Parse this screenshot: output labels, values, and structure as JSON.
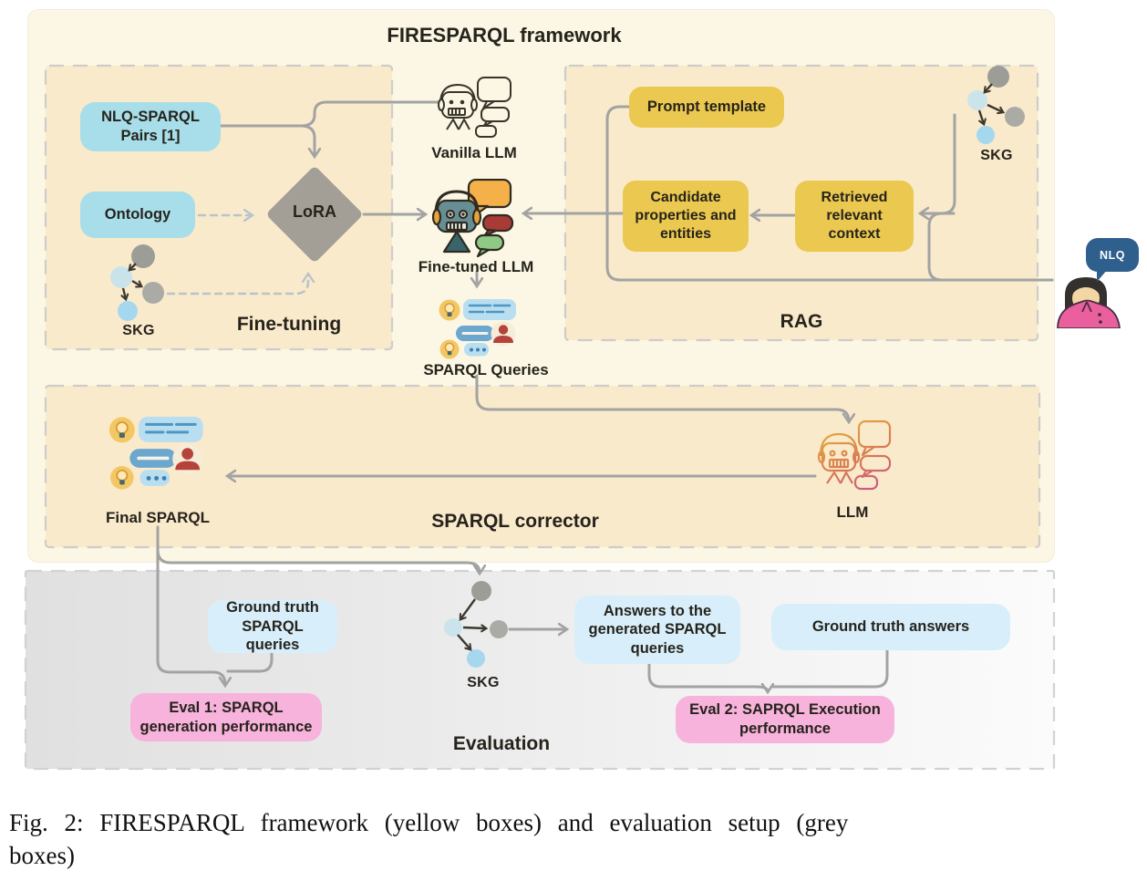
{
  "title": "FIRESPARQL framework",
  "sections": {
    "fine_tuning": {
      "label": "Fine-tuning"
    },
    "rag": {
      "label": "RAG"
    },
    "corrector": {
      "label": "SPARQL corrector"
    },
    "evaluation": {
      "label": "Evaluation"
    }
  },
  "nodes": {
    "nlq_sparql_pairs": "NLQ-SPARQL Pairs [1]",
    "ontology": "Ontology",
    "lora": "LoRA",
    "skg_fine_tuning": "SKG",
    "skg_rag": "SKG",
    "skg_evaluation": "SKG",
    "vanilla_llm": "Vanilla LLM",
    "fine_tuned_llm": "Fine-tuned LLM",
    "sparql_queries": "SPARQL Queries",
    "prompt_template": "Prompt template",
    "candidate_properties": "Candidate properties and entities",
    "retrieved_context": "Retrieved relevant context",
    "final_sparql": "Final SPARQL",
    "corrector_llm": "LLM",
    "nlq_bubble": "NLQ",
    "ground_truth_queries": "Ground truth SPARQL queries",
    "answers_generated": "Answers to the generated SPARQL queries",
    "ground_truth_answers": "Ground truth answers",
    "eval1": "Eval 1: SPARQL generation performance",
    "eval2": "Eval 2: SAPRQL Execution performance"
  },
  "caption": {
    "line1": "Fig. 2: FIRESPARQL framework (yellow boxes) and evaluation setup (grey",
    "line2": "boxes)"
  },
  "colors": {
    "outer_bg": "#FBF7E4",
    "section_bg": "#FAEACC",
    "blue_pill": "#A8DEE9",
    "yellow_pill": "#EBC84F",
    "lightblue_pill": "#D8EFFB",
    "pink_pill": "#F7B3DB",
    "diamond": "#A49F96",
    "arrow": "#A3A3A3",
    "dashed_arrow": "#B9C3CA",
    "nlq_bubble_bg": "#2F5F8D",
    "eval_gradient_left": "#E0E0E0",
    "eval_gradient_right": "#FBFBFB"
  }
}
